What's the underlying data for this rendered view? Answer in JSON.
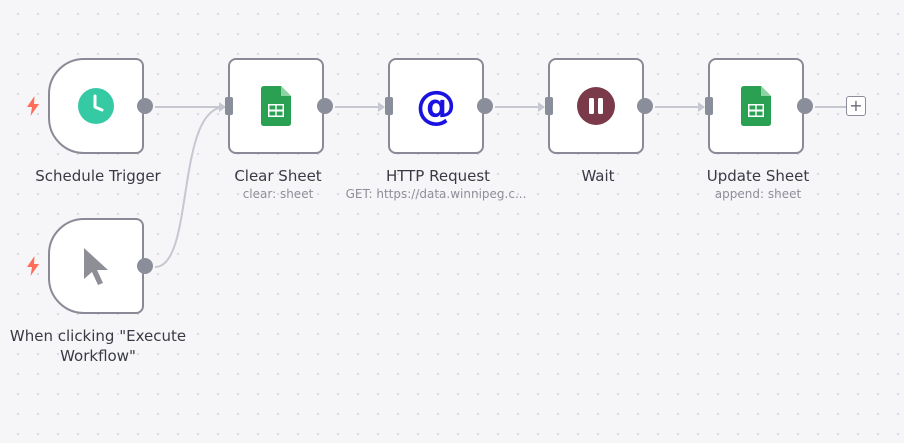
{
  "nodes": {
    "schedule_trigger": {
      "label": "Schedule Trigger",
      "icon": "clock-icon",
      "color": "#35c9a4"
    },
    "manual_trigger": {
      "label": "When clicking \"Execute Workflow\"",
      "icon": "cursor-icon",
      "color": "#8e8e96"
    },
    "clear_sheet": {
      "label": "Clear Sheet",
      "subtitle": "clear: sheet",
      "icon": "google-sheets-icon",
      "color": "#2aa152"
    },
    "http_request": {
      "label": "HTTP Request",
      "subtitle": "GET: https://data.winnipeg.c...",
      "icon": "at-sign-icon",
      "color": "#1a12e0"
    },
    "wait": {
      "label": "Wait",
      "icon": "pause-icon",
      "color": "#7b3a4a"
    },
    "update_sheet": {
      "label": "Update Sheet",
      "subtitle": "append: sheet",
      "icon": "google-sheets-icon",
      "color": "#2aa152"
    }
  },
  "trigger_bolt_color": "#ff6d5a",
  "add_node_symbol": "+"
}
